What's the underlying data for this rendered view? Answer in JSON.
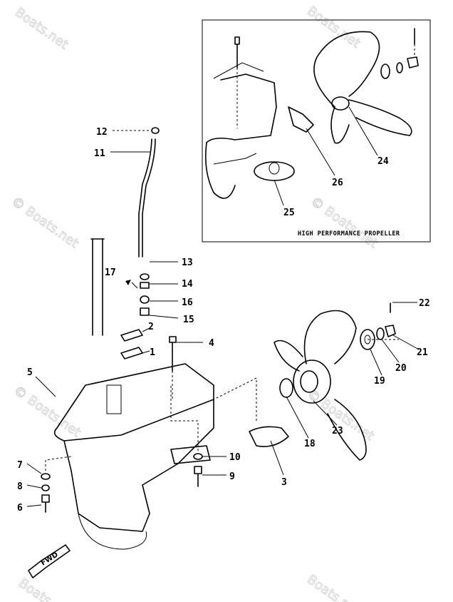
{
  "callouts": [
    {
      "id": "1",
      "text": "1"
    },
    {
      "id": "2",
      "text": "2"
    },
    {
      "id": "3",
      "text": "3"
    },
    {
      "id": "4",
      "text": "4"
    },
    {
      "id": "5",
      "text": "5"
    },
    {
      "id": "6",
      "text": "6"
    },
    {
      "id": "7",
      "text": "7"
    },
    {
      "id": "8",
      "text": "8"
    },
    {
      "id": "9",
      "text": "9"
    },
    {
      "id": "10",
      "text": "10"
    },
    {
      "id": "11",
      "text": "11"
    },
    {
      "id": "12",
      "text": "12"
    },
    {
      "id": "13",
      "text": "13"
    },
    {
      "id": "14",
      "text": "14"
    },
    {
      "id": "15",
      "text": "15"
    },
    {
      "id": "16",
      "text": "16"
    },
    {
      "id": "17",
      "text": "17"
    },
    {
      "id": "18",
      "text": "18"
    },
    {
      "id": "19",
      "text": "19"
    },
    {
      "id": "20",
      "text": "20"
    },
    {
      "id": "21",
      "text": "21"
    },
    {
      "id": "22",
      "text": "22"
    },
    {
      "id": "23",
      "text": "23"
    },
    {
      "id": "24",
      "text": "24"
    },
    {
      "id": "25",
      "text": "25"
    },
    {
      "id": "26",
      "text": "26"
    }
  ],
  "inset": {
    "caption": "HIGH PERFORMANCE PROPELLER"
  },
  "direction_tag": "FWD",
  "watermark": {
    "text": "© Boats.net",
    "short": "Boats.net"
  }
}
